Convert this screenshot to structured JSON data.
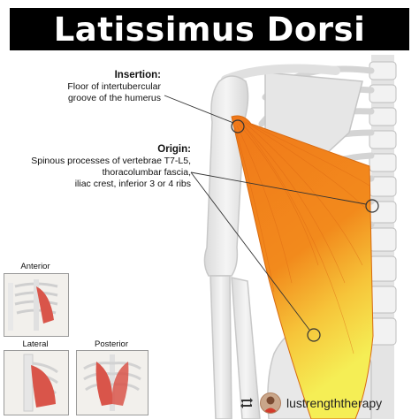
{
  "title": "Latissimus Dorsi",
  "insertion": {
    "heading": "Insertion:",
    "line1": "Floor of intertubercular",
    "line2": "groove of the humerus"
  },
  "origin": {
    "heading": "Origin:",
    "line1": "Spinous processes of vertebrae T7-L5,",
    "line2": "thoracolumbar fascia,",
    "line3": "iliac crest, inferior 3 or 4 ribs"
  },
  "views": {
    "anterior": "Anterior",
    "lateral": "Lateral",
    "posterior": "Posterior"
  },
  "footer": {
    "handle": "lustrengththerapy",
    "icon": "repost-icon"
  },
  "colors": {
    "muscle_orange": "#f07a16",
    "muscle_yellow": "#f4ea4a",
    "bone": "#ececec",
    "title_bg": "#000000"
  }
}
